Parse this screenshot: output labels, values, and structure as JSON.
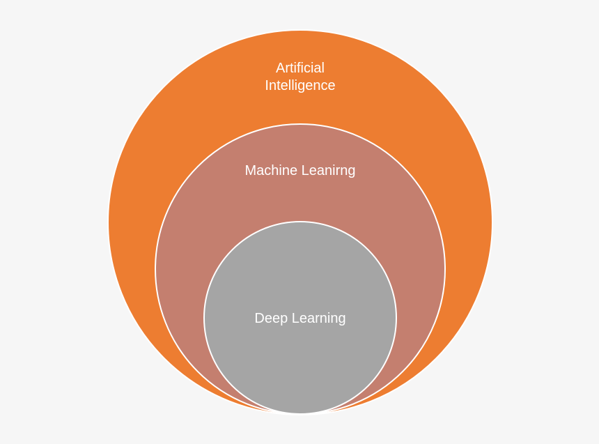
{
  "diagram": {
    "nodes": [
      {
        "id": "ai",
        "label_lines": [
          "Artificial",
          "Intelligence"
        ],
        "color": "#ed7d31",
        "contains": [
          "ml"
        ]
      },
      {
        "id": "ml",
        "label_lines": [
          "Machine Leanirng"
        ],
        "color": "#c47f6f",
        "contains": [
          "dl"
        ]
      },
      {
        "id": "dl",
        "label_lines": [
          "Deep Learning"
        ],
        "color": "#a5a5a5",
        "contains": []
      }
    ],
    "stroke_color": "#ffffff",
    "background": "#f6f6f6"
  }
}
